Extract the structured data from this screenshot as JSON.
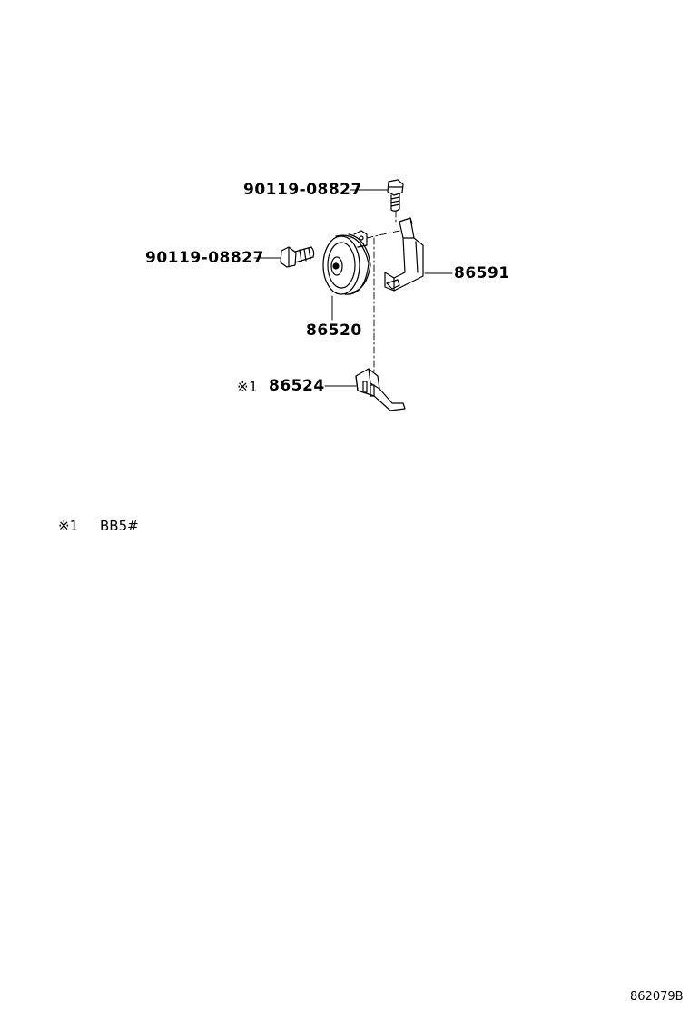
{
  "parts": {
    "bolt_top": {
      "number": "90119-08827"
    },
    "bolt_left": {
      "number": "90119-08827"
    },
    "bracket": {
      "number": "86591"
    },
    "horn": {
      "number": "86520"
    },
    "stay": {
      "marker": "※1",
      "number": "86524"
    }
  },
  "notes": [
    {
      "marker": "※1",
      "text": "BB5#"
    }
  ],
  "illustration_code": "862079B",
  "colors": {
    "ink": "#000000",
    "paper": "#ffffff"
  }
}
